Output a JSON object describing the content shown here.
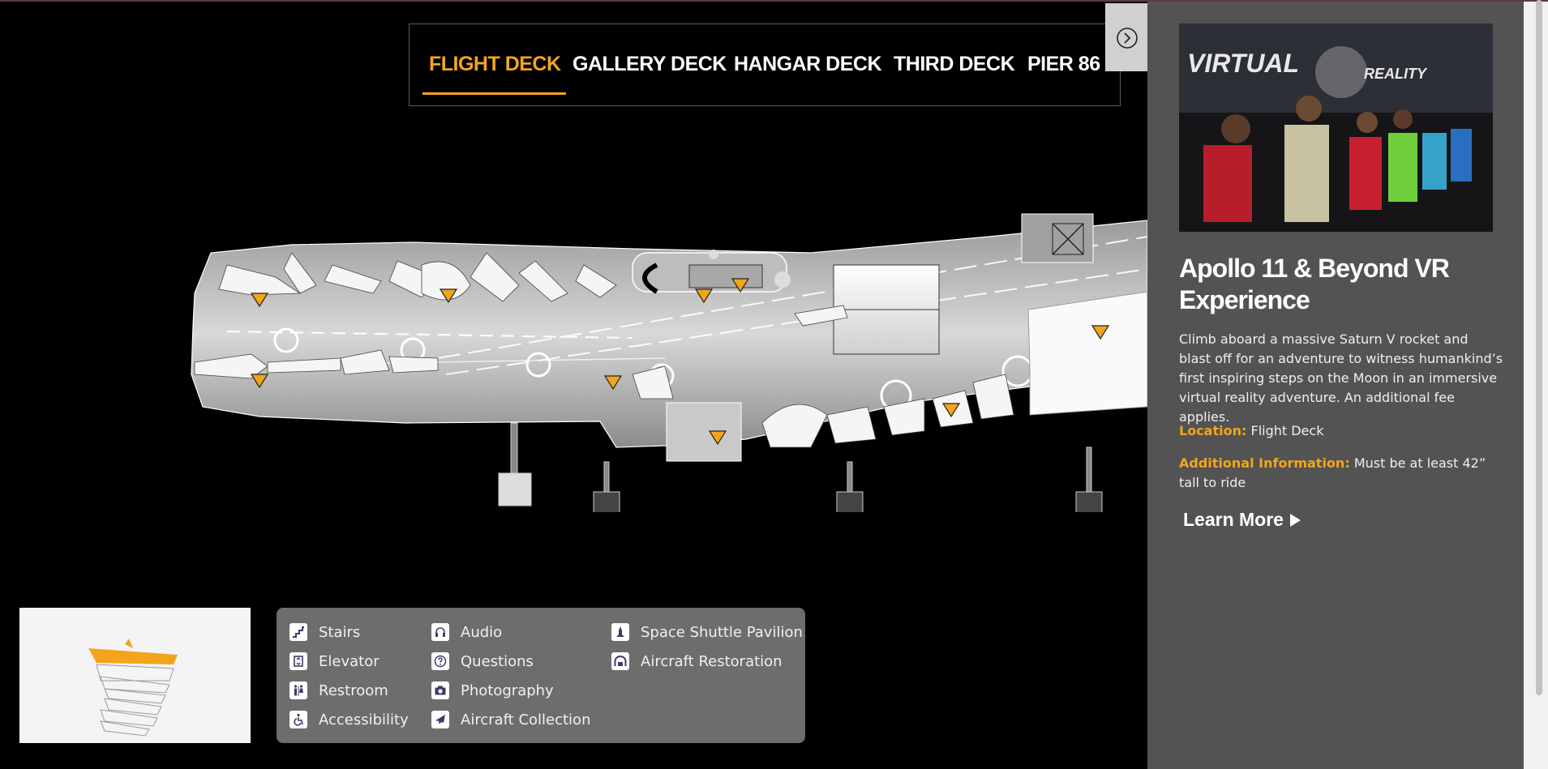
{
  "tabs": [
    {
      "label": "FLIGHT DECK",
      "active": true
    },
    {
      "label": "GALLERY DECK",
      "active": false
    },
    {
      "label": "HANGAR DECK",
      "active": false
    },
    {
      "label": "THIRD DECK",
      "active": false
    },
    {
      "label": "PIER 86",
      "active": false
    }
  ],
  "colors": {
    "accent": "#f2a51c",
    "panel_bg": "#535353",
    "legend_bg": "#6e6d6d",
    "map_bg": "#000000"
  },
  "legend": {
    "items": [
      {
        "label": "Stairs",
        "icon": "stairs-icon"
      },
      {
        "label": "Elevator",
        "icon": "elevator-icon"
      },
      {
        "label": "Restroom",
        "icon": "restroom-icon"
      },
      {
        "label": "Accessibility",
        "icon": "accessibility-icon"
      },
      {
        "label": "Audio",
        "icon": "audio-icon"
      },
      {
        "label": "Questions",
        "icon": "questions-icon"
      },
      {
        "label": "Photography",
        "icon": "camera-icon"
      },
      {
        "label": "Aircraft Collection",
        "icon": "aircraft-icon"
      },
      {
        "label": "Space Shuttle Pavilion",
        "icon": "shuttle-icon"
      },
      {
        "label": "Aircraft Restoration",
        "icon": "hangar-icon"
      }
    ]
  },
  "detail": {
    "photo_text_1": "VIRTUAL",
    "photo_text_2": "REALITY",
    "title": "Apollo 11 & Beyond VR Experience",
    "description": "Climb aboard a massive Saturn V rocket and blast off for an adventure to witness humankind’s first inspiring steps on the Moon in an immersive virtual reality adventure. An additional fee applies.",
    "location_label": "Location:",
    "location_value": "Flight Deck",
    "additional_label": "Additional Information:",
    "additional_value": "Must be at least 42” tall to ride",
    "learn_more": "Learn More"
  }
}
